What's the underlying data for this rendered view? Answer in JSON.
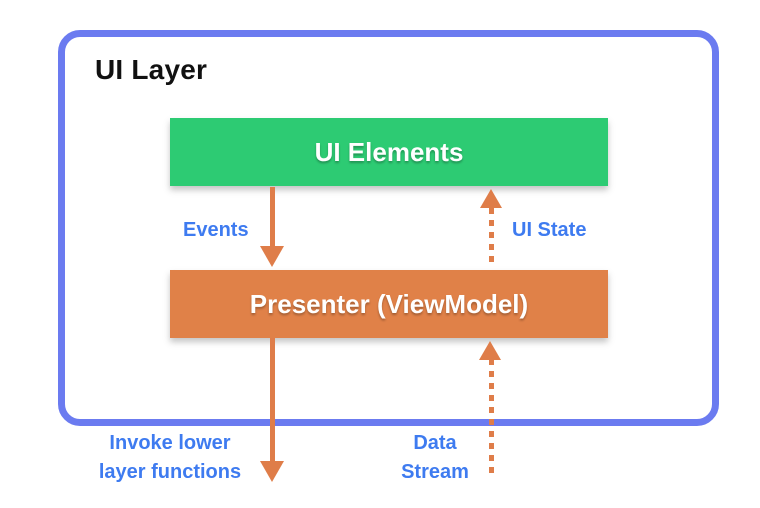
{
  "colors": {
    "layer_border": "#6B7BF0",
    "node_green": "#2DCB73",
    "node_orange": "#E08148",
    "arrow_orange": "#DF7D49",
    "label_blue": "#3E7BF0",
    "title_black": "#111111"
  },
  "layer": {
    "label": "UI Layer"
  },
  "nodes": [
    {
      "name": "ui-elements",
      "label": "UI Elements"
    },
    {
      "name": "presenter",
      "label": "Presenter (ViewModel)"
    }
  ],
  "arrows": [
    {
      "name": "events",
      "label": "Events",
      "style": "solid",
      "direction": "down",
      "from": "ui-elements",
      "to": "presenter"
    },
    {
      "name": "ui-state",
      "label": "UI State",
      "style": "dashed",
      "direction": "up",
      "from": "presenter",
      "to": "ui-elements"
    },
    {
      "name": "invoke-lower-layer",
      "lines": [
        "Invoke lower",
        "layer functions"
      ],
      "style": "solid",
      "direction": "down",
      "from": "presenter",
      "to": "outside"
    },
    {
      "name": "data-stream",
      "lines": [
        "Data",
        "Stream"
      ],
      "style": "dashed",
      "direction": "up",
      "from": "outside",
      "to": "presenter"
    }
  ]
}
